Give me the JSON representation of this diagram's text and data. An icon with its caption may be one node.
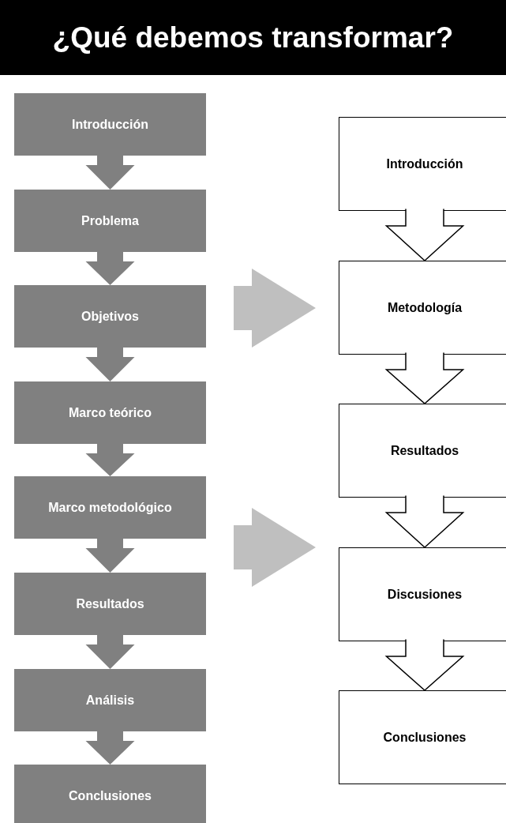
{
  "diagram": {
    "title": "¿Qué debemos transformar?",
    "nodes": [
      {
        "text": [
          "Introducción"
        ]
      },
      {
        "text": [
          "Problema"
        ]
      },
      {
        "text": [
          "Objetivos"
        ]
      },
      {
        "text": [
          "Marco teórico"
        ]
      },
      {
        "text": [
          "Marco metodológico"
        ]
      },
      {
        "text": [
          "Resultados"
        ]
      },
      {
        "text": [
          "Análisis"
        ]
      },
      {
        "text": [
          "Conclusiones"
        ]
      },
      {
        "text": [
          "Introducción"
        ]
      },
      {
        "text": [
          "Metodología"
        ]
      },
      {
        "text": [
          "Resultados"
        ]
      },
      {
        "text": [
          "Discusiones"
        ]
      },
      {
        "text": [
          "Conclusiones"
        ]
      }
    ],
    "edges": [
      {
        "from": 0,
        "to": 1,
        "arrow": "to"
      },
      {
        "from": 1,
        "to": 2,
        "arrow": "to"
      },
      {
        "from": 2,
        "to": 3,
        "arrow": "to"
      },
      {
        "from": 3,
        "to": 4,
        "arrow": "to"
      },
      {
        "from": 4,
        "to": 5,
        "arrow": "to"
      },
      {
        "from": 5,
        "to": 6,
        "arrow": "to"
      },
      {
        "from": 6,
        "to": 7,
        "arrow": "to"
      },
      {
        "from": 8,
        "to": 9,
        "arrow": "to",
        "color": "#000000"
      },
      {
        "from": 9,
        "to": 10,
        "arrow": "to",
        "color": "#000000"
      },
      {
        "from": 10,
        "to": 11,
        "arrow": "to",
        "color": "#000000"
      },
      {
        "from": 11,
        "to": 12,
        "arrow": "to",
        "color": "#000000"
      },
      {
        "from": 2,
        "to": 9,
        "arrow": "to",
        "style": "thick",
        "color": "#bfbfbf"
      },
      {
        "from": 4,
        "to": 11,
        "arrow": "to",
        "style": "thick",
        "color": "#bfbfbf"
      }
    ]
  }
}
